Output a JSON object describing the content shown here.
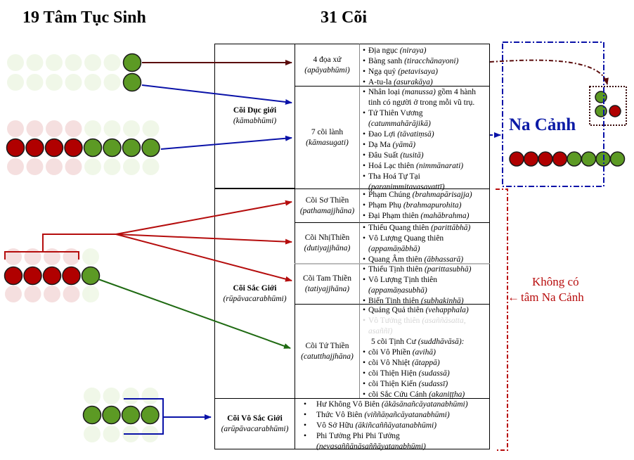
{
  "titles": {
    "left": "19 Tâm Tục Sinh",
    "right": "31 Cõi"
  },
  "colors": {
    "wholesome_green": "#5c9a24",
    "unwholesome_red": "#b00000",
    "kama_arrow_blue": "#0a12a8",
    "apaya_arrow_darkred": "#5a0b0b",
    "rupa_arrow_red": "#b50d0d",
    "fourth_jhana_arrow_green": "#1f6a12",
    "na_canh_blue": "#0b1aa6",
    "no_na_canh_red": "#b80d0d"
  },
  "realms": {
    "kama": {
      "name": "Cõi Dục giới",
      "pali": "(kāmabhūmi)",
      "groups": [
        {
          "name": "4 đọa xứ",
          "pali": "(apāyabhūmi)",
          "items": [
            {
              "vn": "Địa ngục",
              "pali": "(niraya)"
            },
            {
              "vn": "Bàng sanh",
              "pali": "(tiracchānayoni)"
            },
            {
              "vn": "Ngạ quỷ",
              "pali": "(petavisaya)"
            },
            {
              "vn": "A-tu-la",
              "pali": "(asurakāya)"
            }
          ]
        },
        {
          "name": "7 cõi lành",
          "pali": "(kāmasugati)",
          "items": [
            {
              "vn": "Nhân loại",
              "pali": "(manussa)",
              "suffix": " gồm 4 hành tinh có người ở trong mỗi vũ trụ."
            },
            {
              "vn": "Tứ Thiên Vương",
              "pali": "(catummahārājikā)"
            },
            {
              "vn": "Đao Lợi",
              "pali": "(tāvatiṃsā)"
            },
            {
              "vn": "Dạ Ma",
              "pali": "(yāmā)"
            },
            {
              "vn": "Đâu Suất",
              "pali": "(tusitā)"
            },
            {
              "vn": "Hoá Lạc thiên",
              "pali": "(nimmānarati)"
            },
            {
              "vn": "Tha Hoá Tự Tại",
              "pali": "(paranimmitavasavattī)"
            }
          ]
        }
      ]
    },
    "rupa": {
      "name": "Cõi Sắc Giới",
      "pali": "(rūpāvacarabhūmi)",
      "groups": [
        {
          "name": "Cõi Sơ Thiền",
          "pali": "(pathamajjhāna)",
          "items": [
            {
              "vn": "Phạm Chúng",
              "pali": "(brahmapārisajja)"
            },
            {
              "vn": "Phạm Phụ",
              "pali": "(brahmapurohita)"
            },
            {
              "vn": "Đại Phạm thiên",
              "pali": "(mahābrahma)"
            }
          ]
        },
        {
          "name": "Cõi NhịThiền",
          "pali": "(dutiyajjhāna)",
          "items": [
            {
              "vn": "Thiểu Quang thiên",
              "pali": "(parittābhā)"
            },
            {
              "vn": "Vô Lượng Quang thiên",
              "pali": "(appamāṇābhā)"
            },
            {
              "vn": "Quang Âm thiên",
              "pali": "(ābhassarā)"
            }
          ]
        },
        {
          "name": "Cõi Tam Thiền",
          "pali": "(tatiyajjhāna)",
          "items": [
            {
              "vn": "Thiểu Tịnh thiên",
              "pali": "(parittasubhā)"
            },
            {
              "vn": "Vô Lượng Tịnh thiên",
              "pali": "(appamāṇasubhā)"
            },
            {
              "vn": "Biến Tịnh thiên",
              "pali": "(subhakiṇhā)"
            }
          ]
        },
        {
          "name": "Cõi Tứ Thiền",
          "pali": "(catutthajjhāna)",
          "items": [
            {
              "vn": "Quảng Quả thiên",
              "pali": "(vehapphala)"
            },
            {
              "vn": "Vô Tưởng thiên",
              "pali": "(asaññāsatta, asaññī)",
              "faded": true
            }
          ],
          "subheading": {
            "vn": "5 cõi Tịnh Cư",
            "pali": "(suddhāvāsā):"
          },
          "subitems": [
            {
              "vn": "cõi Vô Phiền",
              "pali": "(avihā)"
            },
            {
              "vn": "cõi Vô Nhiệt",
              "pali": "(ātappā)"
            },
            {
              "vn": "cõi Thiện Hiện",
              "pali": "(sudassā)"
            },
            {
              "vn": "cõi Thiện Kiến",
              "pali": "(sudassī)"
            },
            {
              "vn": "cõi Sắc Cứu Cánh",
              "pali": "(akaniṭṭha)"
            }
          ]
        }
      ]
    },
    "arupa": {
      "name": "Cõi Vô Sắc Giới",
      "pali": "(arūpāvacarabhūmi)",
      "items": [
        {
          "vn": "Hư Không Vô Biên",
          "pali": "(ākāsānañcāyatanabhūmi)"
        },
        {
          "vn": "Thức Vô Biên",
          "pali": "(viññāṇañcāyatanabhūmi)"
        },
        {
          "vn": "Vô Sở Hữu",
          "pali": "(ākiñcaññāyatanabhūmi)"
        },
        {
          "vn": "Phi Tưởng Phi Phi Tưởng",
          "pali": "(nevasaññānāsaññāyatanabhūmi)"
        }
      ]
    }
  },
  "rebirth_minds": {
    "apaya_group": {
      "green": 1
    },
    "human_upaya_group": {
      "green": 1
    },
    "kama_sugati_group": {
      "red": 4,
      "green": 4
    },
    "rupa_group": {
      "red": 4,
      "green": 1
    },
    "arupa_group": {
      "green": 4
    }
  },
  "na_canh": {
    "label": "Na Cảnh",
    "inset_dots": {
      "green": 2,
      "red": 1
    },
    "row_dots": {
      "red": 4,
      "green": 4
    }
  },
  "no_na_canh": {
    "arrow": "←",
    "label_line1": "Không có",
    "label_line2": "tâm Na Cảnh"
  }
}
